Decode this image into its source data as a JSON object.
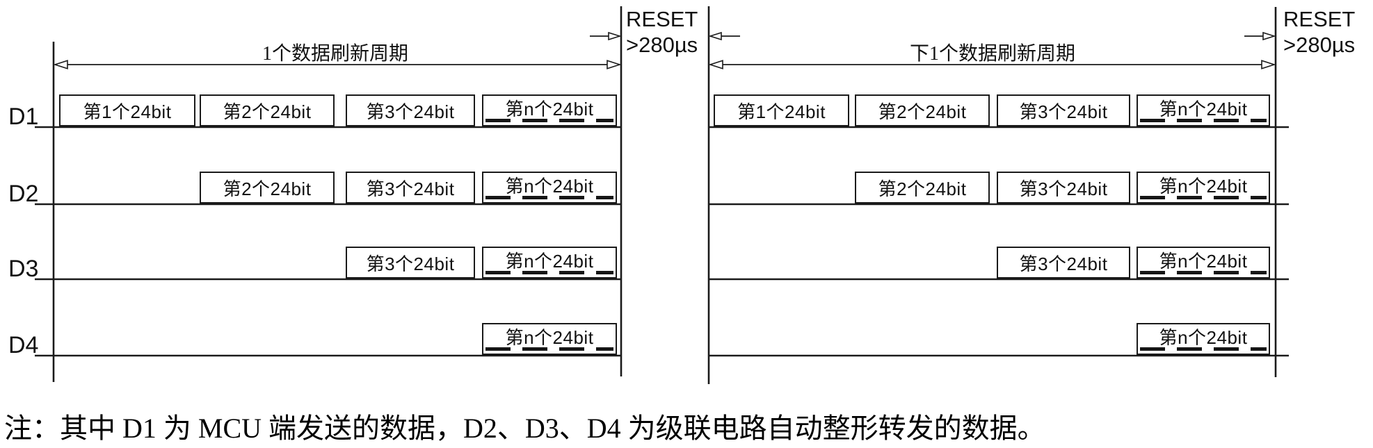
{
  "figure": {
    "title_meaning": "cascade data timing diagram",
    "cycle_labels": [
      "1个数据刷新周期",
      "下1个数据刷新周期"
    ],
    "reset_marker": {
      "title": "RESET",
      "duration": ">280µs"
    },
    "signals": [
      "D1",
      "D2",
      "D3",
      "D4"
    ],
    "box_labels": {
      "first": "第1个24bit",
      "second": "第2个24bit",
      "third": "第3个24bit",
      "nth": "第n个24bit"
    },
    "note": "注：其中 D1 为 MCU 端发送的数据，D2、D3、D4 为级联电路自动整形转发的数据。",
    "colors": {
      "ink": "#1a1a1a",
      "background": "#ffffff"
    }
  }
}
